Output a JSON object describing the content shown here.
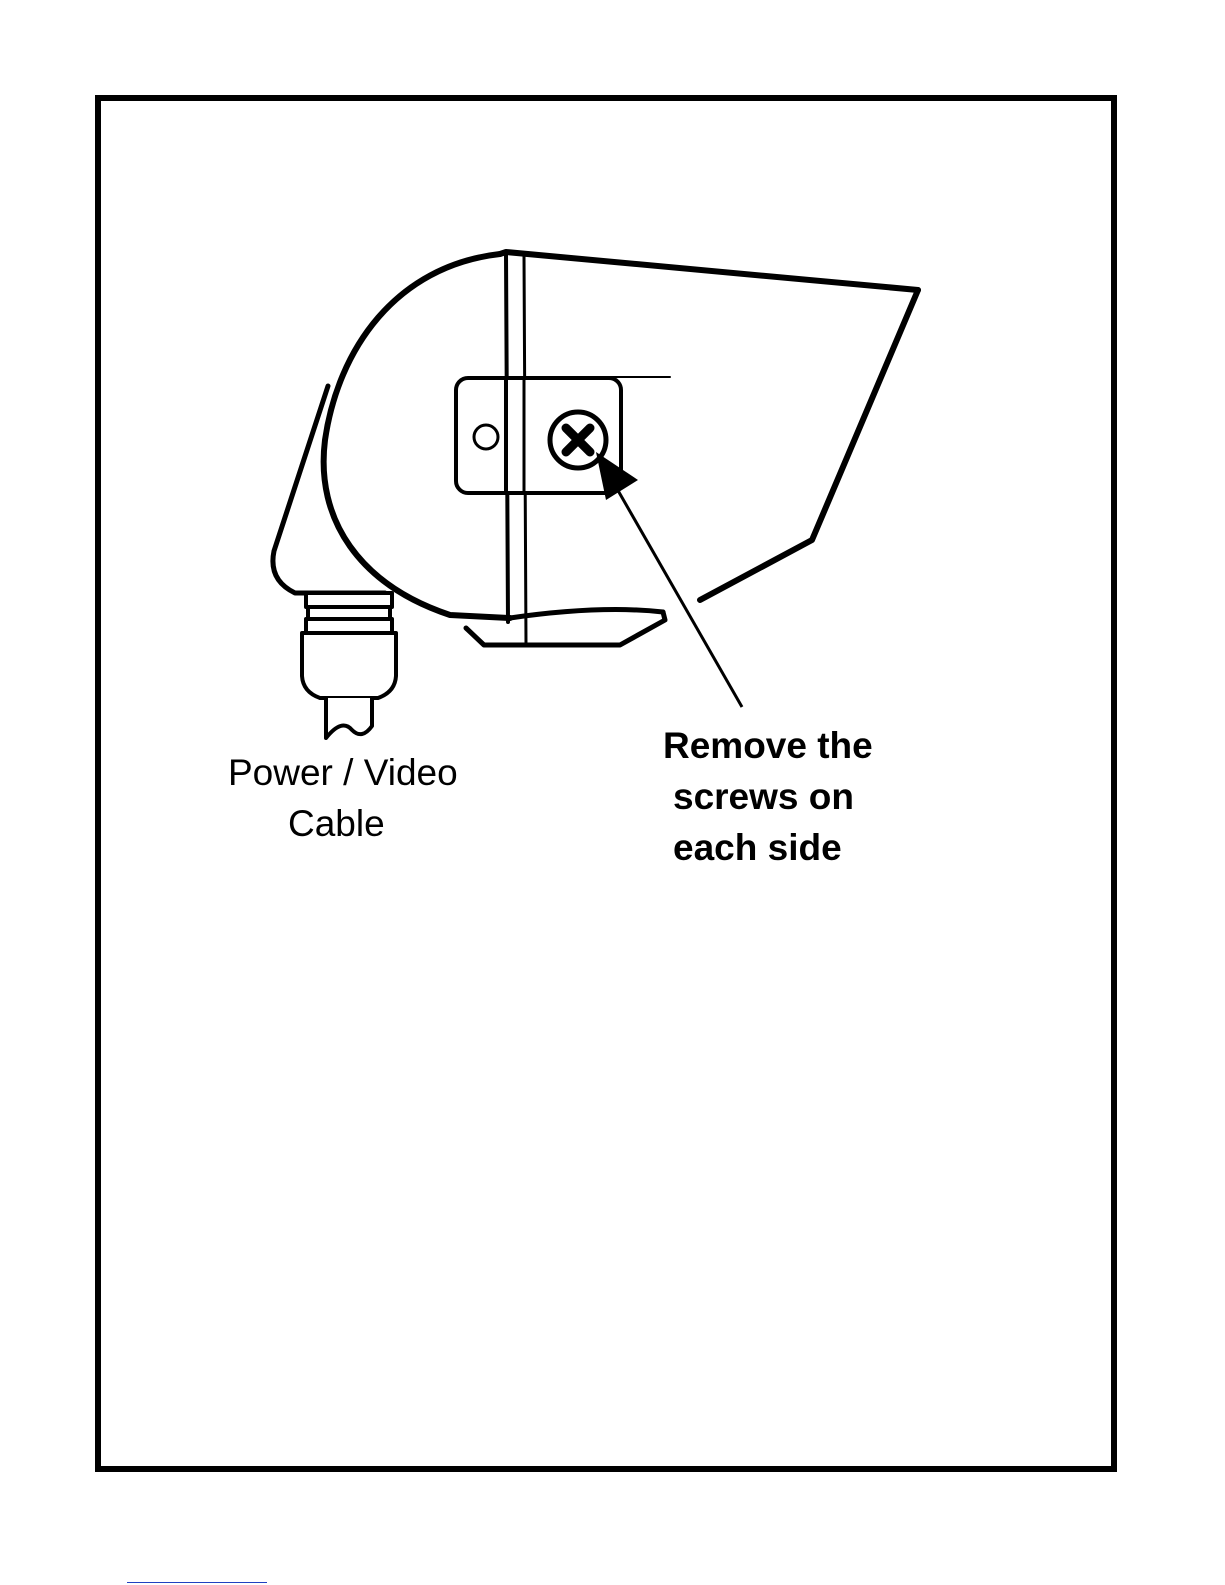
{
  "labels": {
    "cable_line1": "Power / Video",
    "cable_line2": "Cable",
    "callout_line1": "Remove the",
    "callout_line2": "screws on",
    "callout_line3": "each side"
  },
  "colors": {
    "stroke": "#000000",
    "background": "#ffffff",
    "footer_link": "#2040c0"
  }
}
